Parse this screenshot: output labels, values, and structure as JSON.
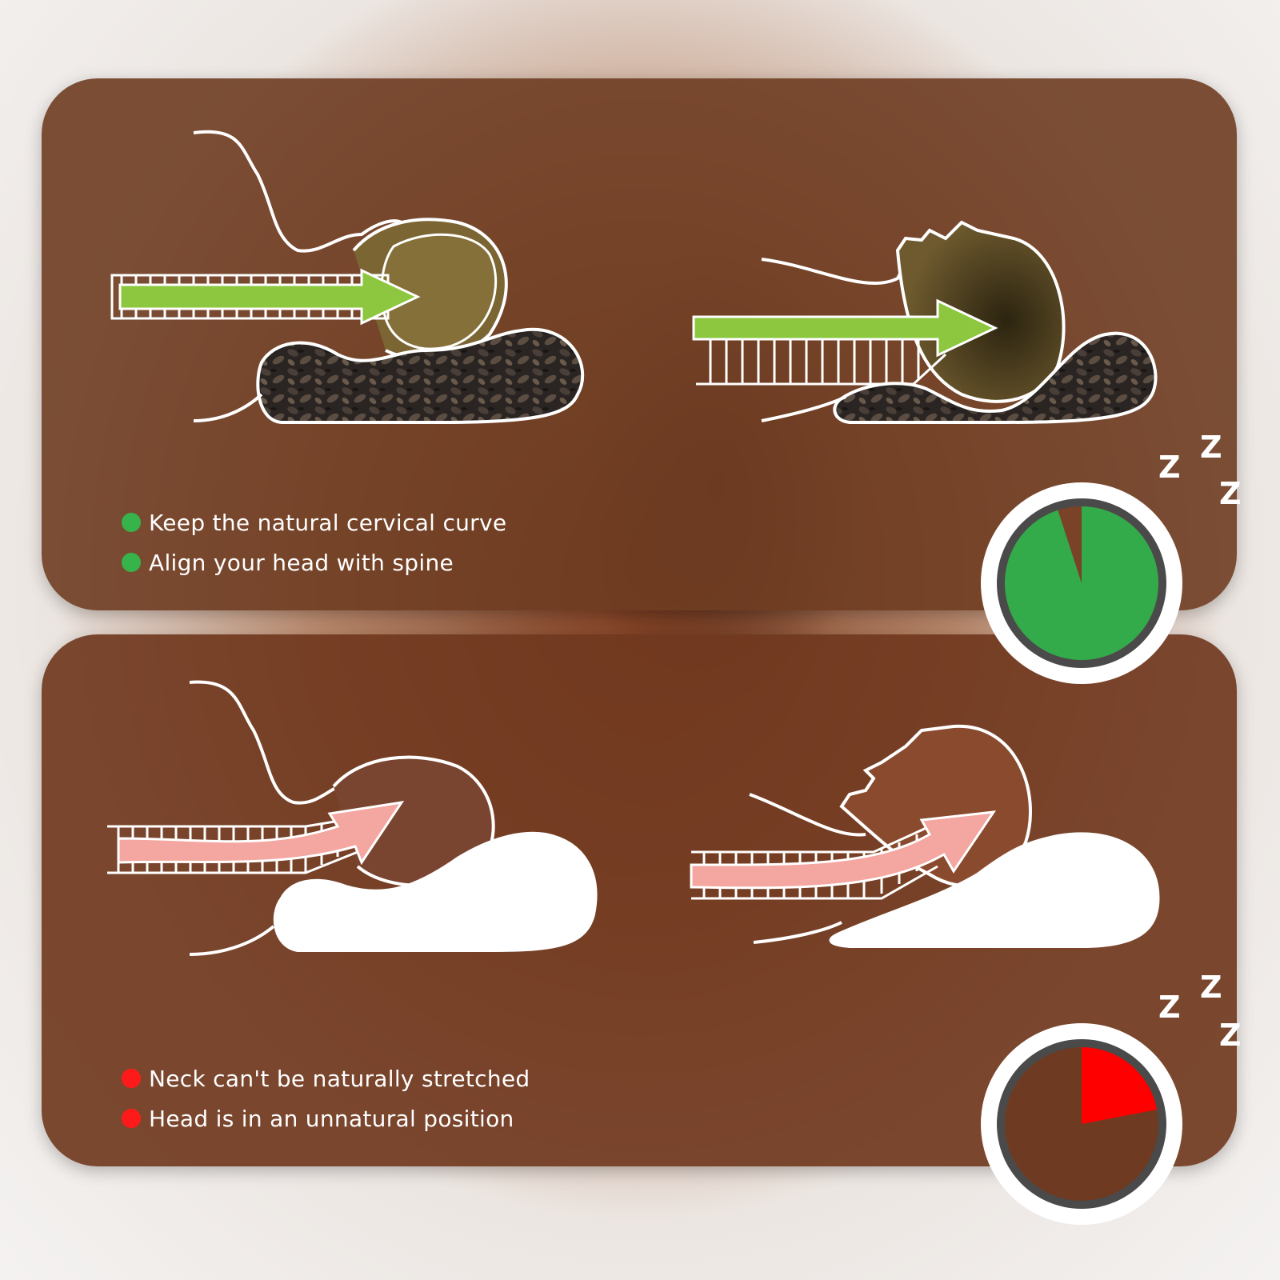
{
  "panels": {
    "top": {
      "bullets": [
        "Keep the natural cervical curve",
        "Align your head with spine"
      ],
      "bullet_color": "#36b34a",
      "arrow_color": "#8dc63f",
      "pillow": "buckwheat-hulls",
      "sleep_quality_fraction": 0.95,
      "meter_color": "#33ab4a"
    },
    "bottom": {
      "bullets": [
        "Neck can't be naturally stretched",
        "Head is in an unnatural position"
      ],
      "bullet_color": "#ff1a1a",
      "arrow_color": "#f4a6a0",
      "pillow": "memory-foam",
      "sleep_quality_fraction": 0.22,
      "meter_color": "#ff0000"
    }
  },
  "icons": [
    "sleep-zzz-icon",
    "sleep-meter-icon",
    "spine-arrow-icon"
  ],
  "zzz": [
    "Z",
    "Z",
    "Z"
  ]
}
